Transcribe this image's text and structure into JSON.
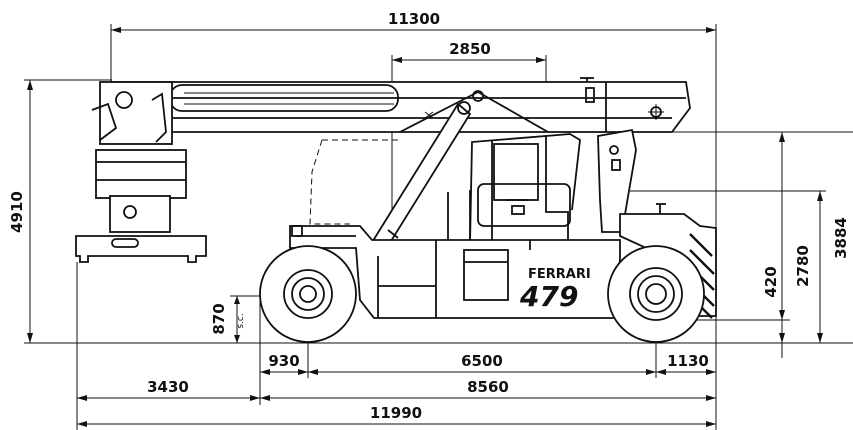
{
  "vehicle": {
    "brand": "FERRARI",
    "model": "479"
  },
  "dimensions": {
    "overall_boom_length": "11300",
    "boom_offset": "2850",
    "overall_height": "4910",
    "cab_height": "3884",
    "seat_height": "2780",
    "ground_clearance_rear": "420",
    "spreader_ground_clearance": "870",
    "spreader_clearance_note": "s.c.",
    "front_axle_offset": "930",
    "wheelbase": "6500",
    "rear_overhang": "1130",
    "front_reach": "3430",
    "axle_to_rear": "8560",
    "overall_length": "11990"
  }
}
